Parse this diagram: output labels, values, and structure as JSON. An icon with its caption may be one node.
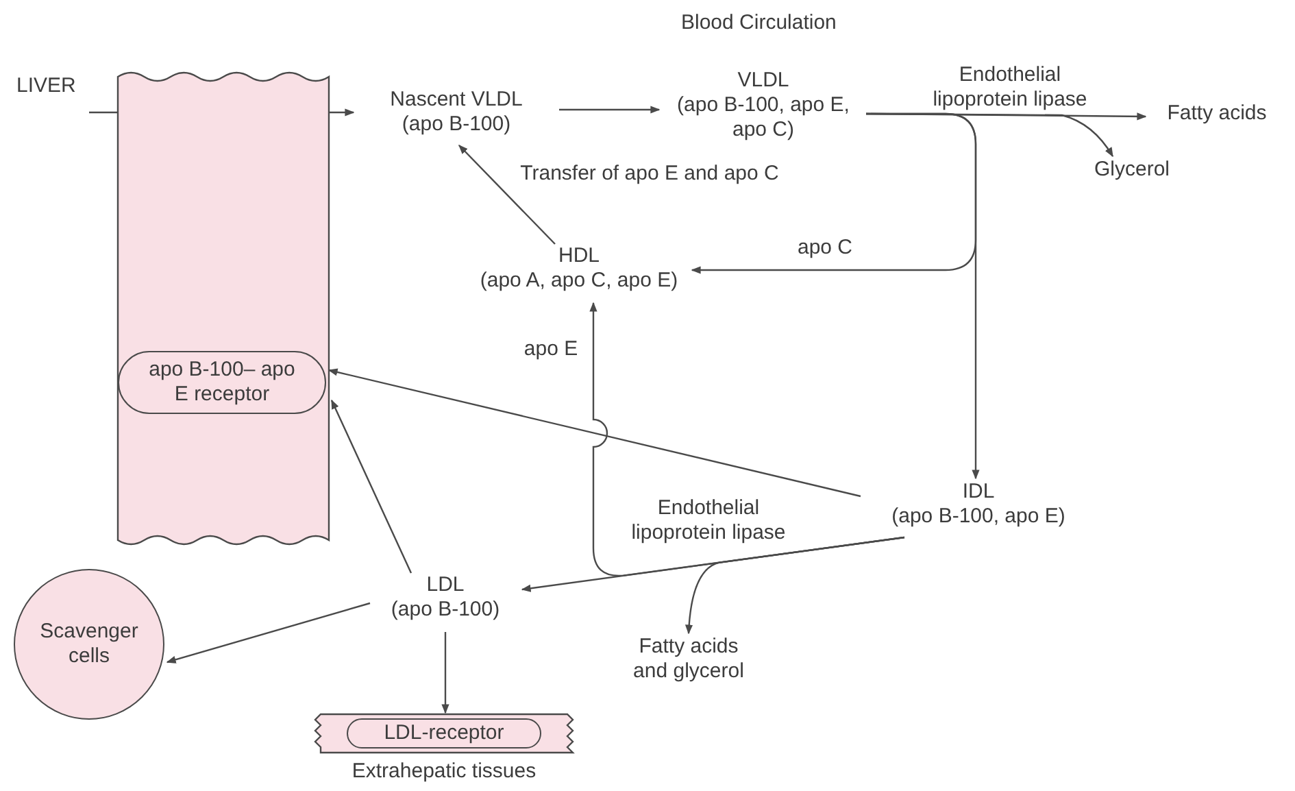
{
  "diagram": {
    "title": "Blood Circulation",
    "nodes": [
      {
        "text": [
          "LIVER"
        ]
      },
      {
        "text": [
          "apo B-100– apo E receptor"
        ],
        "in": 0
      },
      {
        "text": [
          "Nascent VLDL",
          "(apo B-100)"
        ]
      },
      {
        "text": [
          "VLDL",
          "(apo B-100, apo E, apo C)"
        ]
      },
      {
        "text": [
          "Fatty acids"
        ]
      },
      {
        "text": [
          "Glycerol"
        ]
      },
      {
        "text": [
          "HDL",
          "(apo A, apo C, apo E)"
        ]
      },
      {
        "text": [
          "IDL",
          "(apo B-100, apo E)"
        ]
      },
      {
        "text": [
          "LDL",
          "(apo B-100)"
        ]
      },
      {
        "text": [
          "Fatty acids and glycerol"
        ]
      },
      {
        "text": [
          "Scavenger cells"
        ]
      },
      {
        "text": [],
        "shape": "bar",
        "beside": [
          "Extrahepatic tissues"
        ]
      },
      {
        "text": [
          "LDL-receptor"
        ],
        "in": 11
      }
    ],
    "edges": [
      {
        "from": null,
        "to": 2,
        "arrow": "to"
      },
      {
        "from": 2,
        "to": 3,
        "arrow": "to"
      },
      {
        "from": 3,
        "to": 4,
        "arrow": "to",
        "label": "Endothelial lipoprotein lipase"
      },
      {
        "from": 3,
        "to": 5,
        "arrow": "to"
      },
      {
        "from": 3,
        "to": 6,
        "arrow": "to",
        "label": "apo C"
      },
      {
        "from": 3,
        "to": 7,
        "arrow": "to"
      },
      {
        "from": 6,
        "to": 2,
        "arrow": "to",
        "label": "Transfer of apo E and apo C"
      },
      {
        "from": 7,
        "to": 1,
        "arrow": "to"
      },
      {
        "from": 7,
        "to": 8,
        "arrow": "to",
        "label": "Endothelial lipoprotein lipase"
      },
      {
        "from": 7,
        "to": 9,
        "arrow": "to"
      },
      {
        "from": 7,
        "to": 6,
        "arrow": "to",
        "label": "apo E"
      },
      {
        "from": 8,
        "to": 1,
        "arrow": "to"
      },
      {
        "from": 8,
        "to": 10,
        "arrow": "to"
      },
      {
        "from": 8,
        "to": 11,
        "arrow": "to"
      }
    ]
  }
}
